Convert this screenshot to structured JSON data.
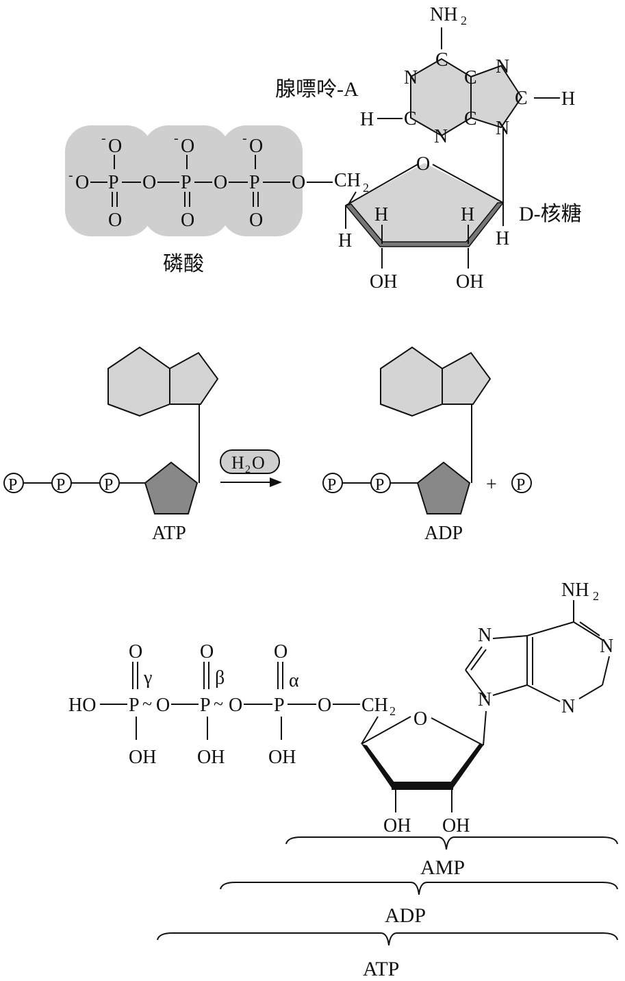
{
  "section1": {
    "adenine_label": "腺嘌呤-A",
    "ribose_label": "D-核糖",
    "phosphate_label": "磷酸",
    "atoms": {
      "nh2": "NH",
      "sub2": "2",
      "n": "N",
      "c": "C",
      "h": "H",
      "o": "O",
      "p": "P",
      "oh": "OH",
      "ch2": "CH",
      "minus": "-"
    }
  },
  "section2": {
    "water_label": "H",
    "water_sub": "2",
    "water_o": "O",
    "atp_label": "ATP",
    "adp_label": "ADP",
    "p_symbol": "P",
    "plus": "+"
  },
  "section3": {
    "gamma": "γ",
    "beta": "β",
    "alpha": "α",
    "ho": "HO",
    "oh": "OH",
    "o": "O",
    "p": "P",
    "n": "N",
    "nh2": "NH",
    "sub2": "2",
    "ch2": "CH",
    "tilde": "~",
    "amp_label": "AMP",
    "adp_label": "ADP",
    "atp_label": "ATP"
  }
}
